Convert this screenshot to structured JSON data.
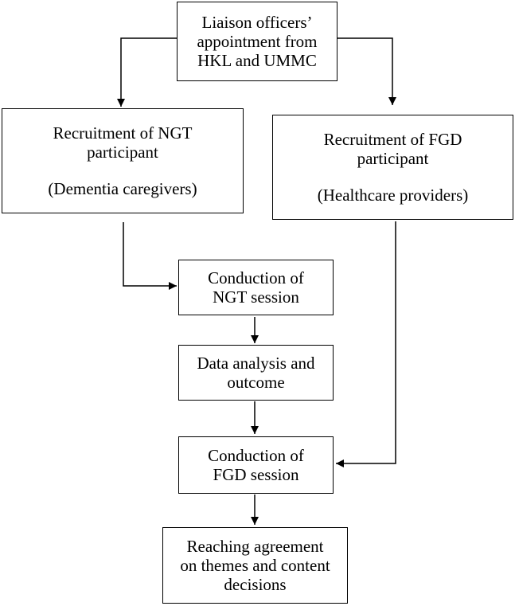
{
  "nodes": {
    "liaison": {
      "lines": [
        "Liaison officers’",
        "appointment from",
        "HKL and UMMC"
      ]
    },
    "ngt_recruit": {
      "lines": [
        "Recruitment of NGT",
        "participant"
      ],
      "sub": "(Dementia caregivers)"
    },
    "fgd_recruit": {
      "lines": [
        "Recruitment of FGD",
        "participant"
      ],
      "sub": "(Healthcare providers)"
    },
    "ngt_session": {
      "lines": [
        "Conduction of",
        "NGT session"
      ]
    },
    "analysis": {
      "lines": [
        "Data analysis and",
        "outcome"
      ]
    },
    "fgd_session": {
      "lines": [
        "Conduction of",
        "FGD session"
      ]
    },
    "agreement": {
      "lines": [
        "Reaching agreement",
        "on themes and content",
        "decisions"
      ]
    }
  },
  "edges": [
    {
      "from": "liaison",
      "to": "ngt_recruit"
    },
    {
      "from": "liaison",
      "to": "fgd_recruit"
    },
    {
      "from": "ngt_recruit",
      "to": "ngt_session"
    },
    {
      "from": "ngt_session",
      "to": "analysis"
    },
    {
      "from": "analysis",
      "to": "fgd_session"
    },
    {
      "from": "fgd_recruit",
      "to": "fgd_session"
    },
    {
      "from": "fgd_session",
      "to": "agreement"
    }
  ]
}
